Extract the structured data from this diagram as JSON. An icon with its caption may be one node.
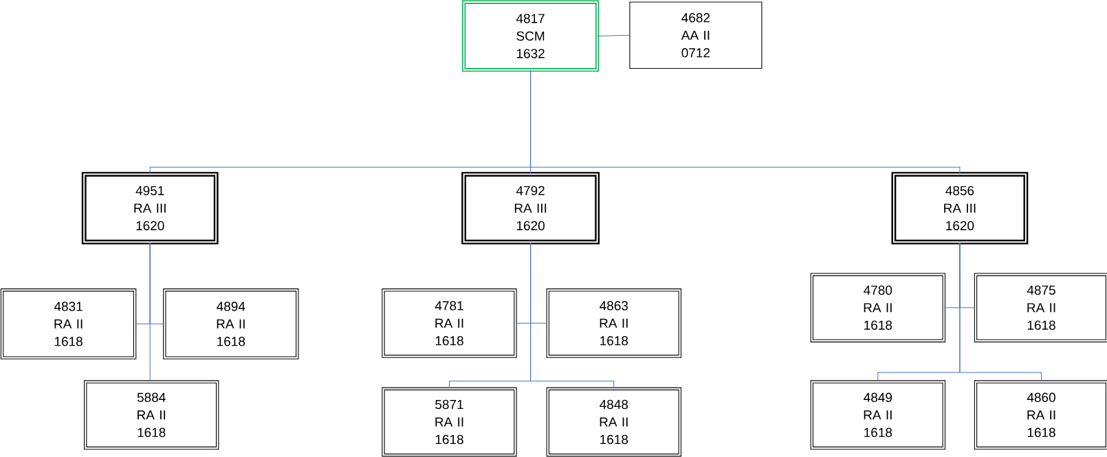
{
  "diagram": {
    "nodes": [
      {
        "text": [
          "4817",
          "SCM",
          "1632"
        ]
      },
      {
        "text": [
          "4682",
          "AA II",
          "0712"
        ]
      },
      {
        "text": [
          "4951",
          "RA III",
          "1620"
        ]
      },
      {
        "text": [
          "4792",
          "RA III",
          "1620"
        ]
      },
      {
        "text": [
          "4856",
          "RA III",
          "1620"
        ]
      },
      {
        "text": [
          "4831",
          "RA II",
          "1618"
        ]
      },
      {
        "text": [
          "4894",
          "RA II",
          "1618"
        ]
      },
      {
        "text": [
          "5884",
          "RA II",
          "1618"
        ]
      },
      {
        "text": [
          "4781",
          "RA II",
          "1618"
        ]
      },
      {
        "text": [
          "4863",
          "RA II",
          "1618"
        ]
      },
      {
        "text": [
          "5871",
          "RA II",
          "1618"
        ]
      },
      {
        "text": [
          "4848",
          "RA II",
          "1618"
        ]
      },
      {
        "text": [
          "4780",
          "RA II",
          "1618"
        ]
      },
      {
        "text": [
          "4875",
          "RA II",
          "1618"
        ]
      },
      {
        "text": [
          "4849",
          "RA II",
          "1618"
        ]
      },
      {
        "text": [
          "4860",
          "RA II",
          "1618"
        ]
      }
    ],
    "edges": [
      {
        "from": 0,
        "to": 1,
        "arrow": "none"
      },
      {
        "from": 0,
        "to": 2,
        "arrow": "none"
      },
      {
        "from": 0,
        "to": 3,
        "arrow": "none"
      },
      {
        "from": 0,
        "to": 4,
        "arrow": "none"
      },
      {
        "from": 2,
        "to": 5,
        "arrow": "none"
      },
      {
        "from": 2,
        "to": 6,
        "arrow": "none"
      },
      {
        "from": 2,
        "to": 7,
        "arrow": "none"
      },
      {
        "from": 3,
        "to": 8,
        "arrow": "none"
      },
      {
        "from": 3,
        "to": 9,
        "arrow": "none"
      },
      {
        "from": 3,
        "to": 10,
        "arrow": "none"
      },
      {
        "from": 3,
        "to": 11,
        "arrow": "none"
      },
      {
        "from": 4,
        "to": 12,
        "arrow": "none"
      },
      {
        "from": 4,
        "to": 13,
        "arrow": "none"
      },
      {
        "from": 4,
        "to": 14,
        "arrow": "none"
      },
      {
        "from": 4,
        "to": 15,
        "arrow": "none"
      }
    ]
  }
}
